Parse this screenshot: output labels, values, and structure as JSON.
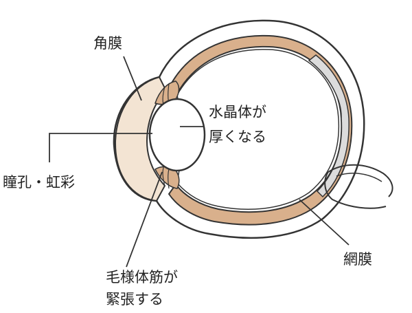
{
  "labels": {
    "cornea": "角膜",
    "pupil_iris": "瞳孔・虹彩",
    "lens_line1": "水晶体が",
    "lens_line2": "厚くなる",
    "ciliary_line1": "毛様体筋が",
    "ciliary_line2": "緊張する",
    "retina": "網膜"
  },
  "colors": {
    "outline": "#333333",
    "retina_layer": "#d9b08c",
    "cornea_fill": "#f3e4d3",
    "inner_gray": "#dcdcdc",
    "background": "#ffffff"
  }
}
